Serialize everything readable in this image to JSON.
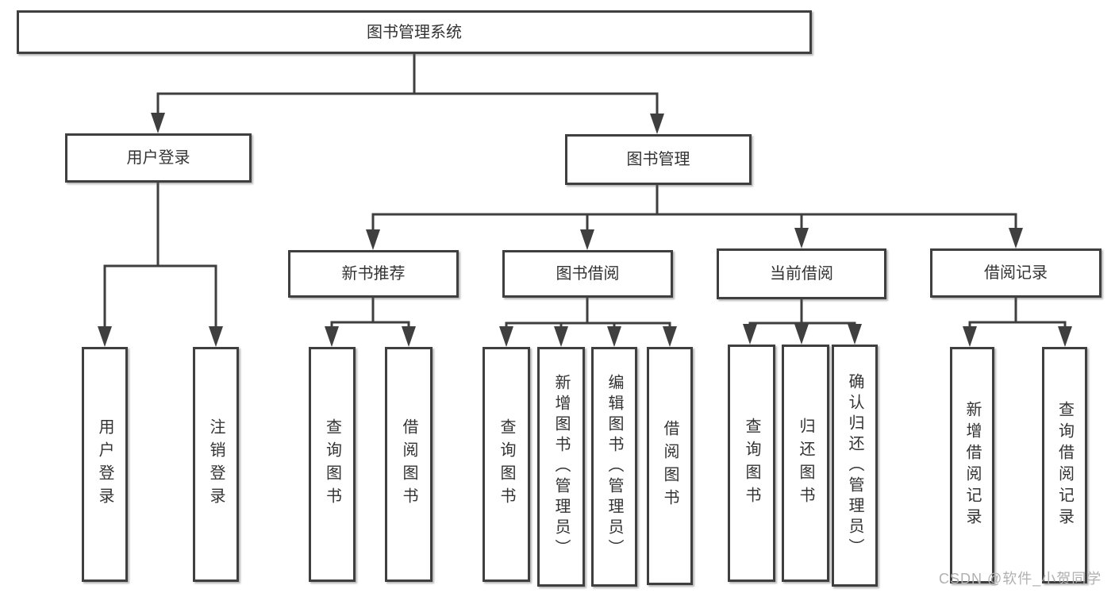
{
  "tree": {
    "label": "图书管理系统",
    "children": [
      {
        "label": "用户登录",
        "children": [
          {
            "label": "用户登录"
          },
          {
            "label": "注销登录"
          }
        ]
      },
      {
        "label": "图书管理",
        "children": [
          {
            "label": "新书推荐",
            "children": [
              {
                "label": "查询图书"
              },
              {
                "label": "借阅图书"
              }
            ]
          },
          {
            "label": "图书借阅",
            "children": [
              {
                "label": "查询图书"
              },
              {
                "label": "新增图书（管理员）"
              },
              {
                "label": "编辑图书（管理员）"
              },
              {
                "label": "借阅图书"
              }
            ]
          },
          {
            "label": "当前借阅",
            "children": [
              {
                "label": "查询图书"
              },
              {
                "label": "归还图书"
              },
              {
                "label": "确认归还（管理员）"
              }
            ]
          },
          {
            "label": "借阅记录",
            "children": [
              {
                "label": "新增借阅记录"
              },
              {
                "label": "查询借阅记录"
              }
            ]
          }
        ]
      }
    ]
  },
  "watermark": {
    "text": "CSDN @软件_小贺同学",
    "color": "#b0b0b0"
  },
  "colors": {
    "line": "#3f3f3f",
    "box_border": "#3f3f3f",
    "box_fill": "#ffffff",
    "text": "#333333",
    "background": "#ffffff"
  }
}
